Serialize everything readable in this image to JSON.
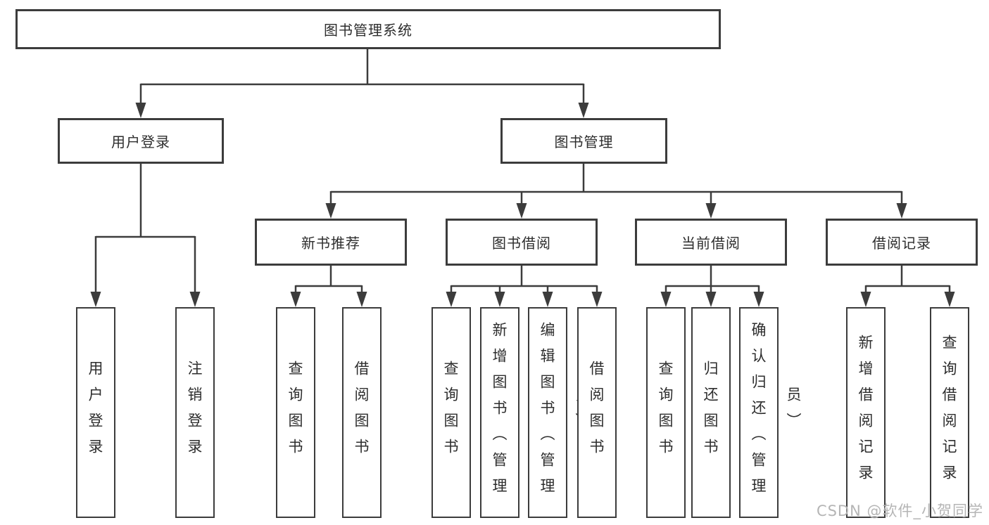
{
  "diagram": {
    "type": "hierarchy-tree",
    "colors": {
      "line": "#3c3c3c",
      "border": "#3c3c3c",
      "text": "#2d2d2d",
      "watermark_text": "#b5b5b5",
      "background": "#ffffff"
    },
    "tree": {
      "label": "图书管理系统",
      "children": [
        {
          "label": "用户登录",
          "children": [
            {
              "label": "用户登录"
            },
            {
              "label": "注销登录"
            }
          ]
        },
        {
          "label": "图书管理",
          "children": [
            {
              "label": "新书推荐",
              "children": [
                {
                  "label": "查询图书"
                },
                {
                  "label": "借阅图书"
                }
              ]
            },
            {
              "label": "图书借阅",
              "children": [
                {
                  "label": "查询图书"
                },
                {
                  "label": "新增图书（管理员）"
                },
                {
                  "label": "编辑图书（管理员）"
                },
                {
                  "label": "借阅图书"
                }
              ]
            },
            {
              "label": "当前借阅",
              "children": [
                {
                  "label": "查询图书"
                },
                {
                  "label": "归还图书"
                },
                {
                  "label": "确认归还（管理员）"
                }
              ]
            },
            {
              "label": "借阅记录",
              "children": [
                {
                  "label": "新增借阅记录"
                },
                {
                  "label": "查询借阅记录"
                }
              ]
            }
          ]
        }
      ]
    },
    "watermark": "CSDN @软件_小贺同学"
  }
}
